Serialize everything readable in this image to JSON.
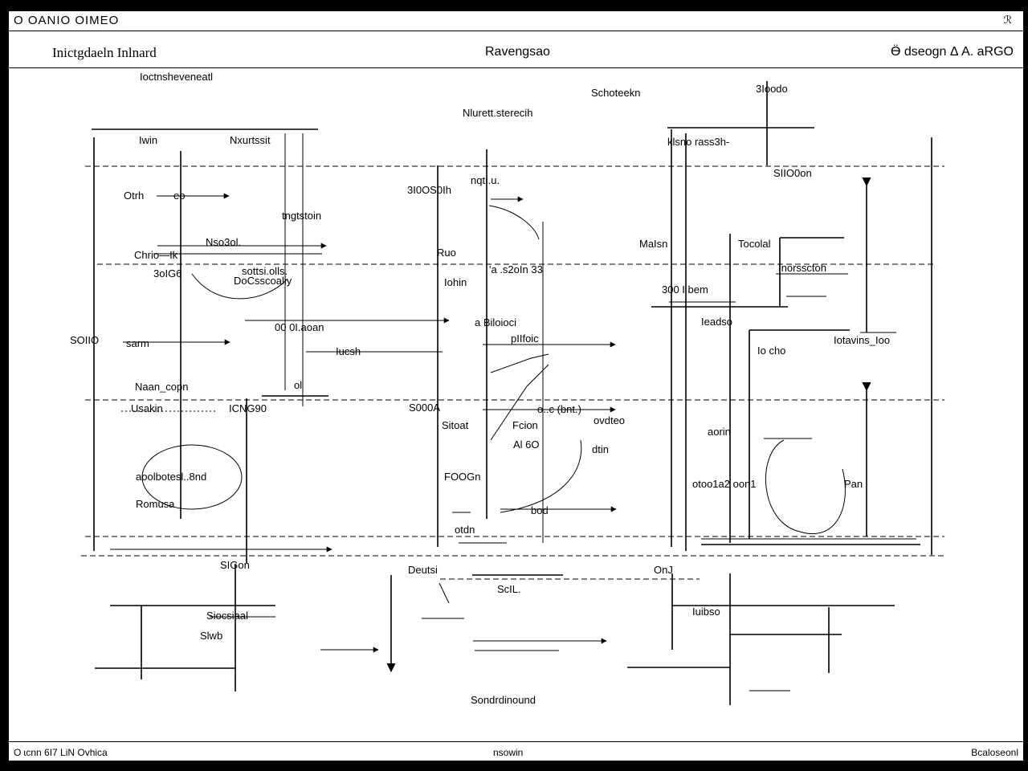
{
  "window": {
    "title": "O OANIO OIMEO",
    "close_glyph": "ℛ"
  },
  "header": {
    "left": "Inictgdaeln Inlnard",
    "center": "Ravengsao",
    "right": "Ӫ dseogn Δ A. aRGO"
  },
  "footer": {
    "left": "O ɩcnn 6I7 LiN Ovhica",
    "center": "nsowin",
    "right": "Bcaloseonl"
  },
  "labels": {
    "top_note": "Ioctnsheveneatl",
    "heading_mid": "Nlurett.sterecih",
    "heading_right": "Schoteekn",
    "top_right": "3Ioodo",
    "c1_top_a": "Iwin",
    "c1_top_b": "Nxurtssit",
    "c1_a": "Otrh",
    "c1_b": "eo",
    "c1_c": "tngtstoin",
    "c1_d": "Nso3ol.",
    "c1_e": "Chrio—Ik",
    "c1_f": "sottsi.olls.",
    "c1_g": "3oIG6",
    "c1_h": "DoCsscoaliy",
    "c1_i": "SOIIO",
    "c1_j": "sarm",
    "c1_k": "00 0I.aoan",
    "c1_l": "Iucsh",
    "c1_m": "ol",
    "c1_n": "Naan_copn",
    "c1_o": "Usakin",
    "c1_p": "ICNG90",
    "c1_q": "aoolbotesl..8nd",
    "c1_r": "Romusa",
    "c1_s": "SIGon",
    "c2_a": "3I0OS0Ih",
    "c2_b": "nqtI.u.",
    "c2_c": "Ruo",
    "c2_d": "'a  .s2oIn 33",
    "c2_e": "Iohin",
    "c2_f": "a  Biloioci",
    "c2_g": "pIIfoic",
    "c2_h": "S000A",
    "c2_i": "o..c (bnt.)",
    "c2_j": "Sitoat",
    "c2_k": "Fcion",
    "c2_l": "ovdteo",
    "c2_m": "Al  6O",
    "c2_n": "dtin",
    "c2_o": "FOOGn",
    "c2_p": "bod",
    "c2_q": "otdn",
    "c3_a": "klsno rass3h-",
    "c3_b": "SIIO0on",
    "c3_c": "MaIsn",
    "c3_d": "Tocolal",
    "c3_e": "Inorssctoh",
    "c3_f": "300 I bem",
    "c3_g": "Ieadso",
    "c3_h": "Iotavins_Ioo",
    "c3_i": "Io cho",
    "c3_j": "aorin",
    "c3_k": "otoo1a2 oon1",
    "c3_l": "Pan",
    "b_a": "Deutsi",
    "b_b": "ScIL.",
    "b_c": "OnJ",
    "b_d": "Siocsiaal",
    "b_e": "Slwb",
    "b_f": "Iuibso",
    "b_g": "Sondrdinound"
  }
}
